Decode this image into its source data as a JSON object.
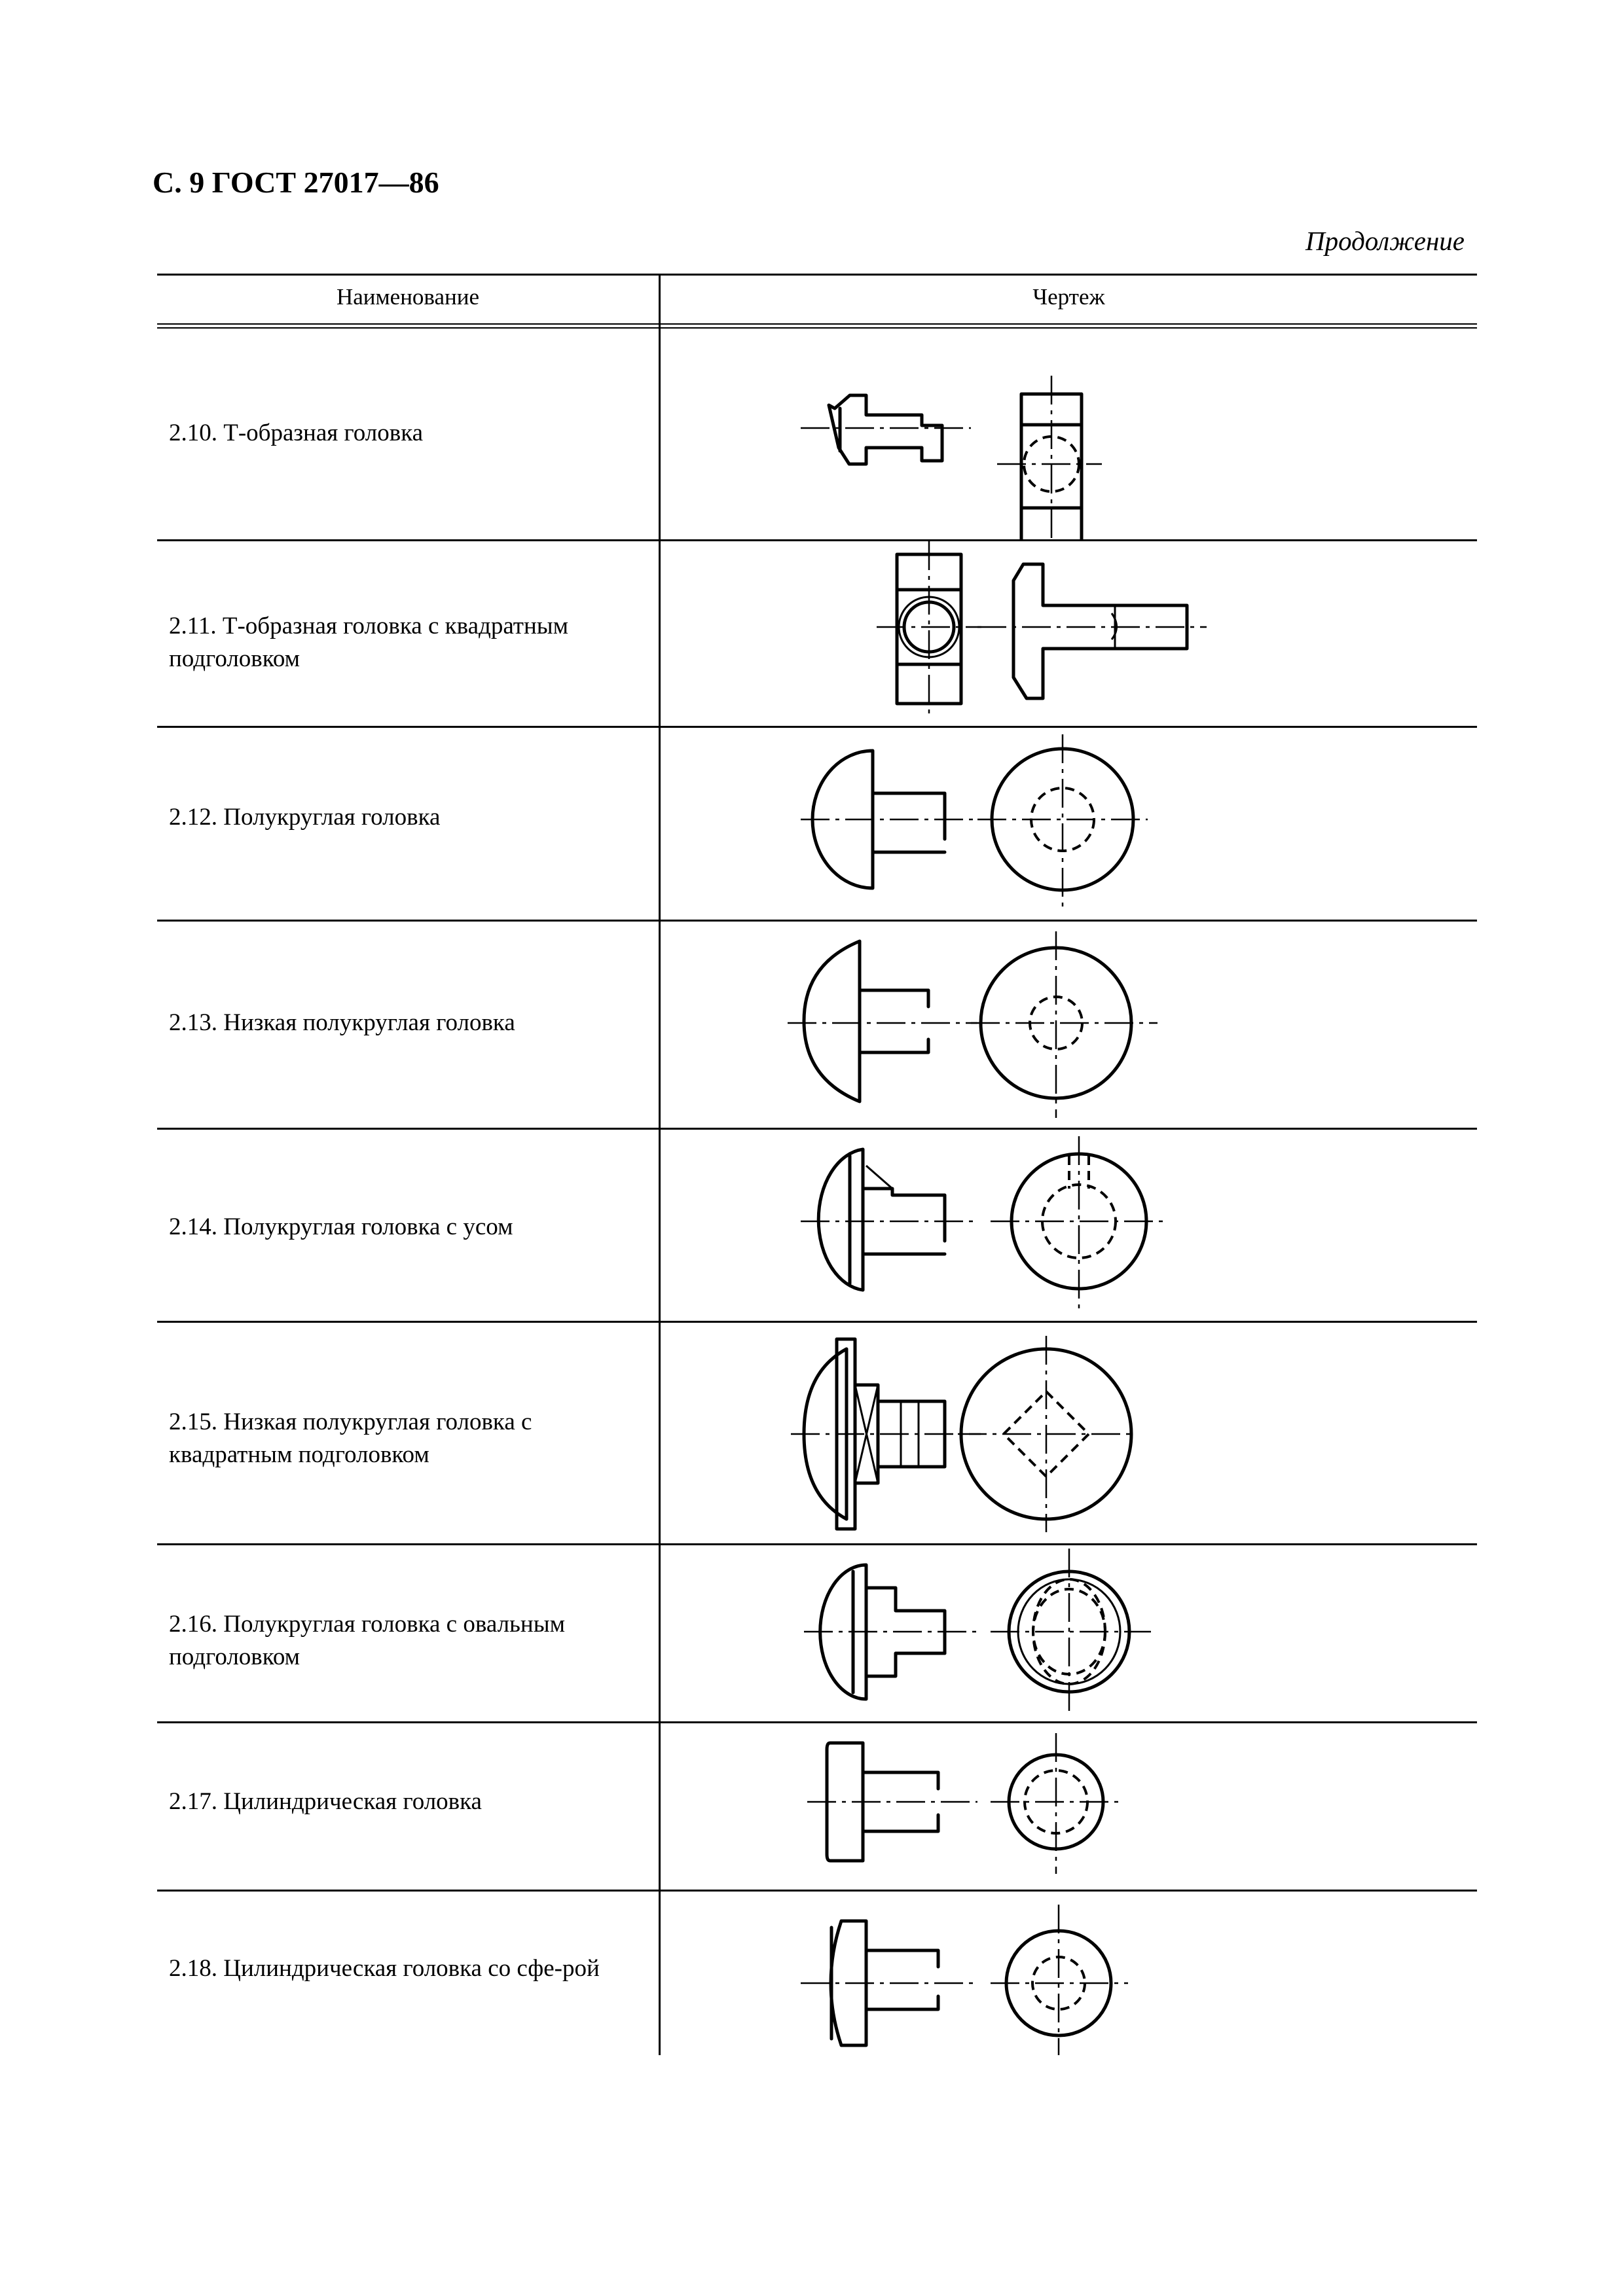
{
  "header": {
    "page_ref": "С. 9 ГОСТ 27017—86",
    "continuation": "Продолжение"
  },
  "table": {
    "columns": [
      "Наименование",
      "Чертеж"
    ],
    "rows": [
      {
        "name": "2.10. Т-образная головка"
      },
      {
        "name": "2.11. Т-образная головка с квадратным подголовком"
      },
      {
        "name": "2.12. Полукруглая головка"
      },
      {
        "name": "2.13. Низкая полукруглая головка"
      },
      {
        "name": "2.14. Полукруглая головка с усом"
      },
      {
        "name": "2.15. Низкая полукруглая головка с квадратным подголовком"
      },
      {
        "name": "2.16. Полукруглая головка с овальным подголовком"
      },
      {
        "name": "2.17. Цилиндрическая головка"
      },
      {
        "name": "2.18. Цилиндрическая головка со сфе-рой"
      }
    ]
  }
}
